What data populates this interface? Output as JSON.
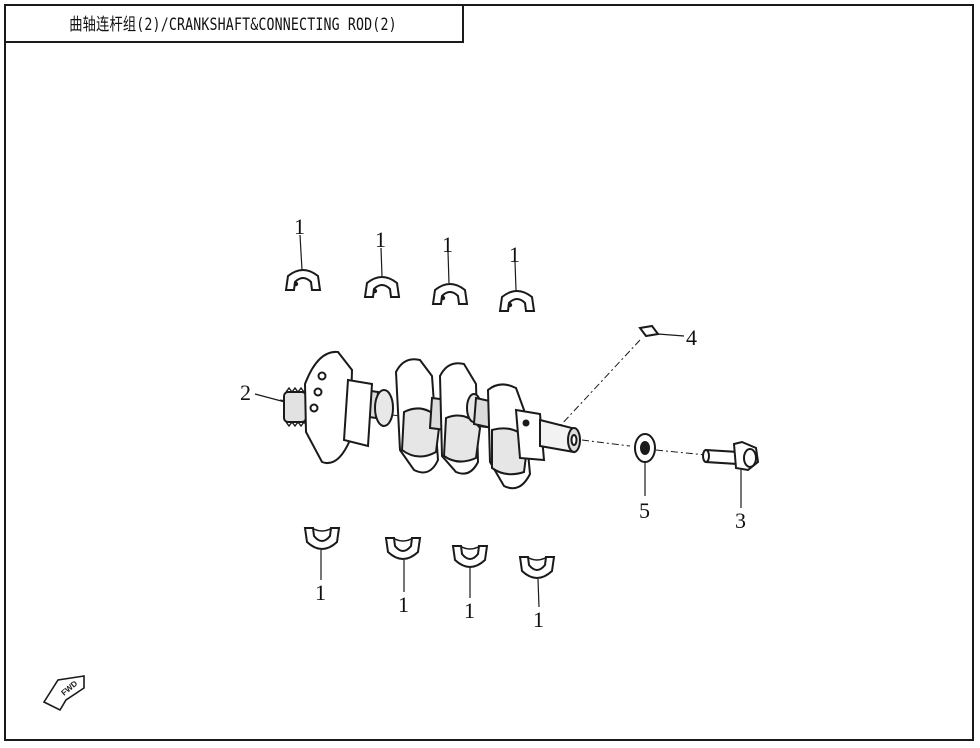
{
  "title": "曲轴连杆组(2)/CRANKSHAFT&CONNECTING ROD(2)",
  "fwd_label": "FWD",
  "callouts": {
    "upper_bearings": [
      "1",
      "1",
      "1",
      "1"
    ],
    "lower_bearings": [
      "1",
      "1",
      "1",
      "1"
    ],
    "crankshaft": "2",
    "bolt": "3",
    "key": "4",
    "washer": "5"
  },
  "colors": {
    "line": "#1a1a1a",
    "part_fill": "#ffffff",
    "shade": "#cfcfcf"
  }
}
